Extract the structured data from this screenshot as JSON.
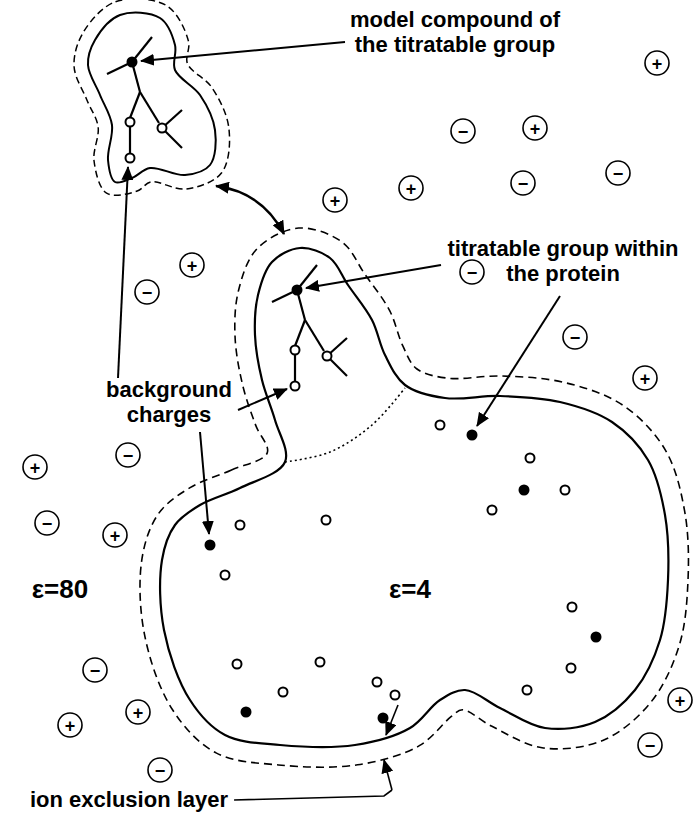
{
  "diagram": {
    "nodes": [
      {
        "text": [
          "ε=4"
        ]
      }
    ],
    "labels": [
      "model compound of the titratable group",
      "titratable group within the protein",
      "background charges",
      "ε=80",
      "ion exclusion layer",
      "+",
      "−",
      "+",
      "−",
      "−",
      "+",
      "+",
      "−",
      "+",
      "−",
      "−",
      "+",
      "+",
      "−",
      "−",
      "+",
      "−",
      "+",
      "+",
      "+",
      "−",
      "−"
    ]
  }
}
